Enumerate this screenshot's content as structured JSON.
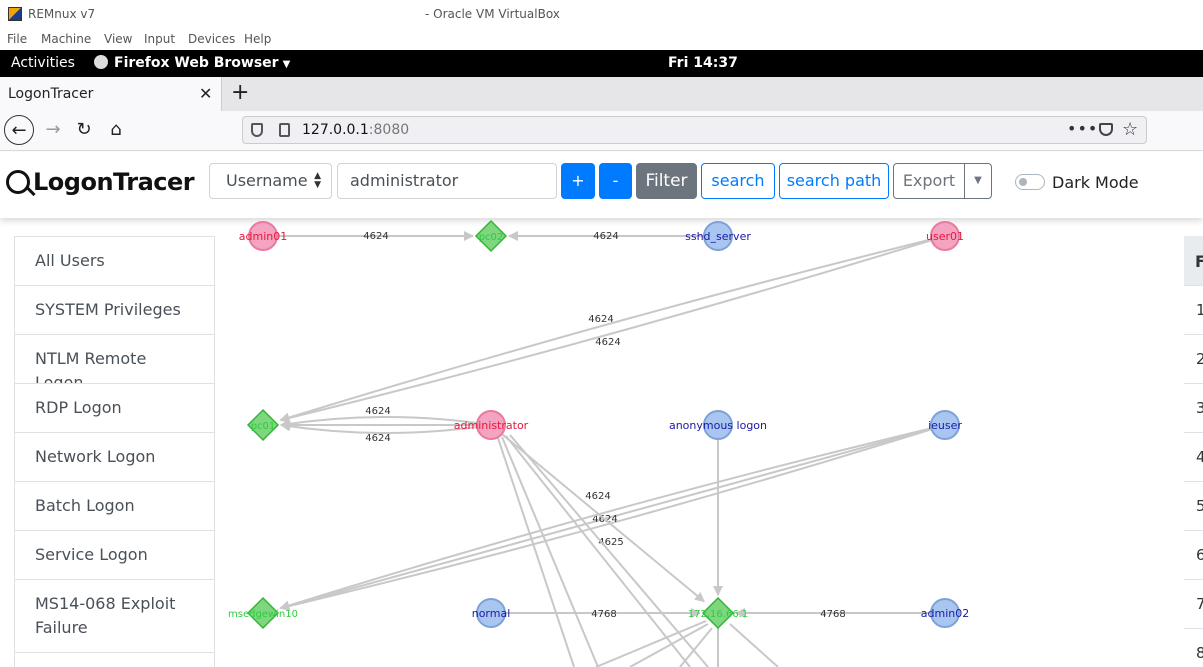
{
  "vbox": {
    "title": "REMnux v7",
    "title_suffix": "- Oracle VM VirtualBox",
    "menu": [
      "File",
      "Machine",
      "View",
      "Input",
      "Devices",
      "Help"
    ]
  },
  "gnome": {
    "activities": "Activities",
    "app": "Firefox Web Browser",
    "clock": "Fri 14:37"
  },
  "browser": {
    "tab_title": "LogonTracer",
    "url_host": "127.0.0.1",
    "url_port": ":8080"
  },
  "header": {
    "logo": "LogonTracer",
    "select_value": "Username",
    "input_value": "administrator",
    "plus": "+",
    "minus": "-",
    "filter": "Filter",
    "search": "search",
    "search_path": "search path",
    "export": "Export",
    "dark_mode": "Dark Mode"
  },
  "sidebar": {
    "items": [
      "All Users",
      "SYSTEM Privileges",
      "NTLM Remote Logon",
      "RDP Logon",
      "Network Logon",
      "Batch Logon",
      "Service Logon",
      "MS14-068 Exploit Failure"
    ]
  },
  "graph": {
    "colors": {
      "user": "#f4a3c0",
      "user_text": "#e8173e",
      "host": "#7ed67e",
      "host_text": "#2ecc40",
      "account": "#a9c6f0",
      "account_text": "#1a1aa8",
      "edge": "#c8c8c8"
    },
    "nodes": [
      {
        "id": "admin01",
        "label": "admin01",
        "type": "user"
      },
      {
        "id": "pc02",
        "label": "pc02",
        "type": "host"
      },
      {
        "id": "sshd_server",
        "label": "sshd_server",
        "type": "account"
      },
      {
        "id": "user01",
        "label": "user01",
        "type": "user"
      },
      {
        "id": "pc01",
        "label": "pc01",
        "type": "host"
      },
      {
        "id": "administrator",
        "label": "administrator",
        "type": "user"
      },
      {
        "id": "anonymous",
        "label": "anonymous logon",
        "type": "account"
      },
      {
        "id": "ieuser",
        "label": "ieuser",
        "type": "account"
      },
      {
        "id": "edgewin10",
        "label": "msedgewin10",
        "type": "host"
      },
      {
        "id": "normal",
        "label": "normal",
        "type": "account"
      },
      {
        "id": "ip",
        "label": "172.16.66.1",
        "type": "host"
      },
      {
        "id": "admin02",
        "label": "admin02",
        "type": "account"
      }
    ],
    "edge_labels": [
      "4624",
      "4624",
      "4624",
      "4624",
      "4624",
      "4624",
      "4624",
      "4624",
      "4625",
      "4768",
      "4768"
    ]
  },
  "right_panel": {
    "header": "F",
    "rows": [
      "1",
      "2",
      "3",
      "4",
      "5",
      "6",
      "7",
      "8"
    ]
  }
}
